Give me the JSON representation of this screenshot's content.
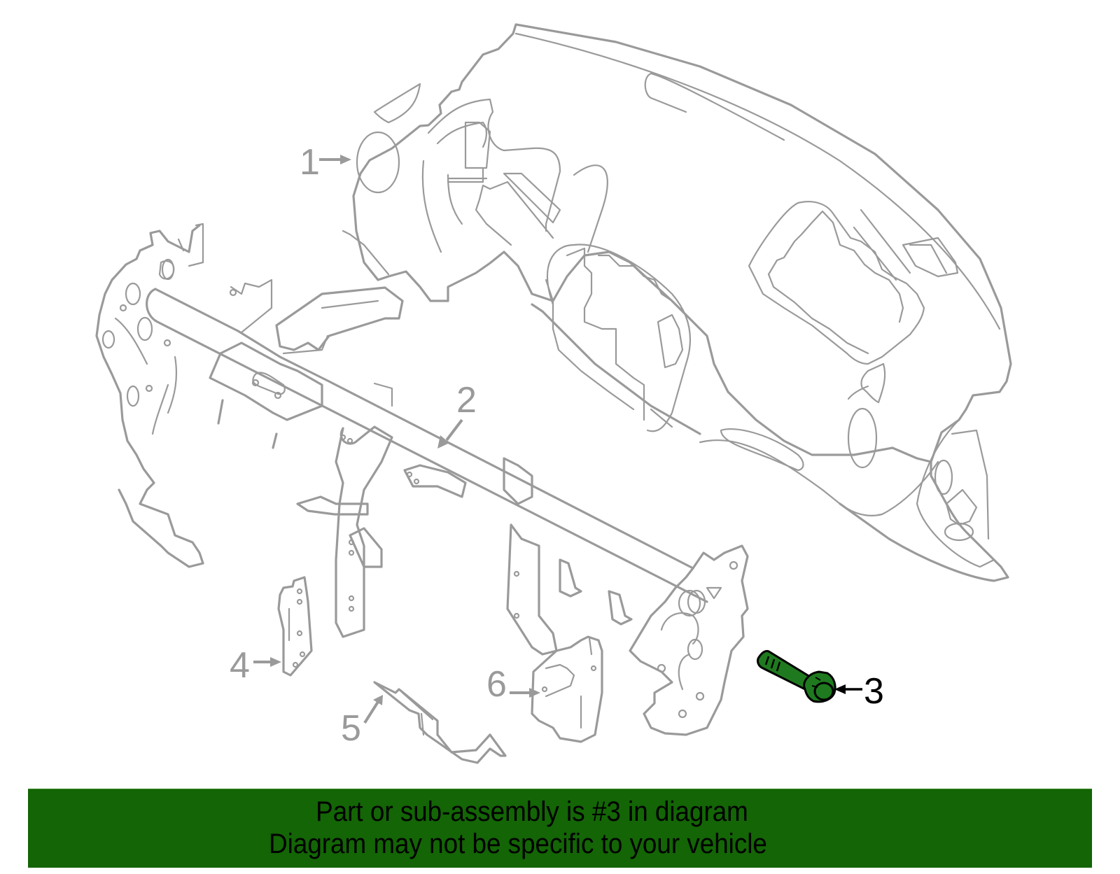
{
  "diagram": {
    "type": "exploded-parts-diagram",
    "subject": "Instrument panel and cross-car beam",
    "line_color": "#9a9a9a",
    "highlight_color": "#1f7a1f",
    "callouts": [
      {
        "number": "1",
        "part": "instrument-panel",
        "highlighted": false
      },
      {
        "number": "2",
        "part": "cross-car-beam",
        "highlighted": false
      },
      {
        "number": "3",
        "part": "bolt",
        "highlighted": true
      },
      {
        "number": "4",
        "part": "left-bracket",
        "highlighted": false
      },
      {
        "number": "5",
        "part": "lower-brace",
        "highlighted": false
      },
      {
        "number": "6",
        "part": "center-bracket",
        "highlighted": false
      }
    ]
  },
  "banner": {
    "background": "#136505",
    "line1": "Part or sub-assembly is #3 in diagram",
    "line2": "Diagram may not be specific to your vehicle"
  }
}
